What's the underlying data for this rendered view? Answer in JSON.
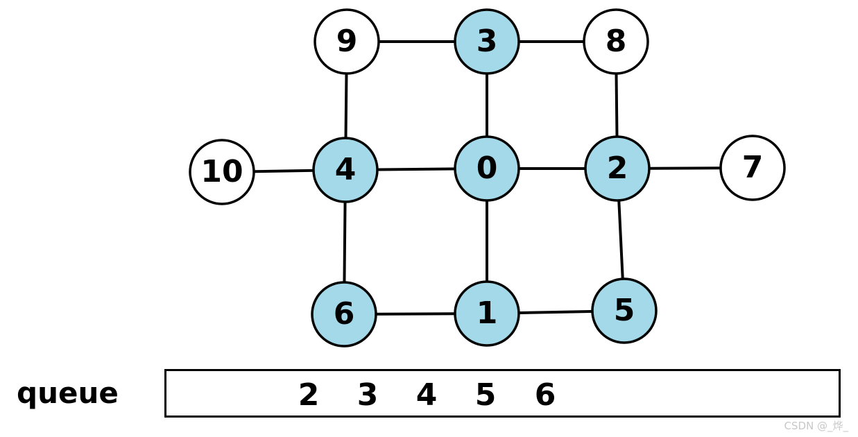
{
  "colors": {
    "visited_fill": "#a3d9e8",
    "unvisited_fill": "#ffffff",
    "stroke": "#000000"
  },
  "nodes": [
    {
      "id": "0",
      "label": "0",
      "visited": true
    },
    {
      "id": "1",
      "label": "1",
      "visited": true
    },
    {
      "id": "2",
      "label": "2",
      "visited": true
    },
    {
      "id": "3",
      "label": "3",
      "visited": true
    },
    {
      "id": "4",
      "label": "4",
      "visited": true
    },
    {
      "id": "5",
      "label": "5",
      "visited": true
    },
    {
      "id": "6",
      "label": "6",
      "visited": true
    },
    {
      "id": "7",
      "label": "7",
      "visited": false
    },
    {
      "id": "8",
      "label": "8",
      "visited": false
    },
    {
      "id": "9",
      "label": "9",
      "visited": false
    },
    {
      "id": "10",
      "label": "10",
      "visited": false
    }
  ],
  "edges": [
    [
      "9",
      "3"
    ],
    [
      "3",
      "8"
    ],
    [
      "9",
      "4"
    ],
    [
      "3",
      "0"
    ],
    [
      "8",
      "2"
    ],
    [
      "10",
      "4"
    ],
    [
      "4",
      "0"
    ],
    [
      "0",
      "2"
    ],
    [
      "2",
      "7"
    ],
    [
      "4",
      "6"
    ],
    [
      "0",
      "1"
    ],
    [
      "2",
      "5"
    ],
    [
      "6",
      "1"
    ],
    [
      "1",
      "5"
    ]
  ],
  "queue": {
    "label": "queue",
    "items": [
      "2",
      "3",
      "4",
      "5",
      "6"
    ]
  },
  "watermark": "CSDN @_烨_"
}
